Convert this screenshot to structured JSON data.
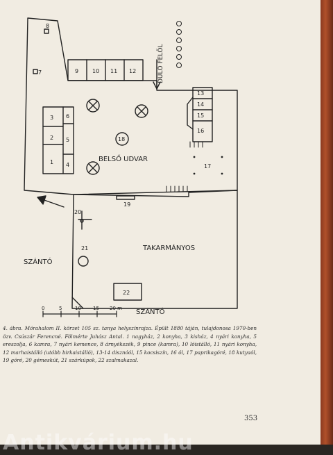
{
  "labels": {
    "belso_udvar": "BELSŐ UDVAR",
    "takarmanyos": "TAKARMÁNYOS",
    "szanto_left": "SZÁNTÓ",
    "szanto_bottom": "SZÁNTÓ",
    "dulo_felol": "DŰLŐ FELŐL"
  },
  "numbers": {
    "n1": "1",
    "n2": "2",
    "n3": "3",
    "n4": "4",
    "n5": "5",
    "n6": "6",
    "n7": "7",
    "n8": "8",
    "n9": "9",
    "n10": "10",
    "n11": "11",
    "n12": "12",
    "n13": "13",
    "n14": "14",
    "n15": "15",
    "n16": "16",
    "n17": "17",
    "n18": "18",
    "n19": "19",
    "n20": "20",
    "n21": "21",
    "n22": "22"
  },
  "scale": {
    "t0": "0",
    "t5": "5",
    "t10": "10",
    "t15": "15",
    "t20": "20 m"
  },
  "caption": "4. ábra. Mórahalom II. körzet 105 sz. tanya helyszínrajza. Épült 1880 táján, tulajdonosa 1970-ben özv. Csúszár Ferencné. Fölmérte Juhász Antal. 1 nagyház, 2 konyha, 3 kisház, 4 nyári konyha, 5 ereszolja, 6 kamra, 7 nyári kemence, 8 árnyékszék, 9 pince (kamra), 10 lóistálló, 11 nyári konyha, 12 marhaistálló (utóbb birkaistálló), 13-14 disznóól, 15 kocsiszín, 16 ól, 17 paprikagóré, 18 kutyaól, 19 góré, 20 gémeskút, 21 szárkúpok, 22 szalmakazal.",
  "page_number": "353",
  "watermark": "Antikvárium.hu"
}
